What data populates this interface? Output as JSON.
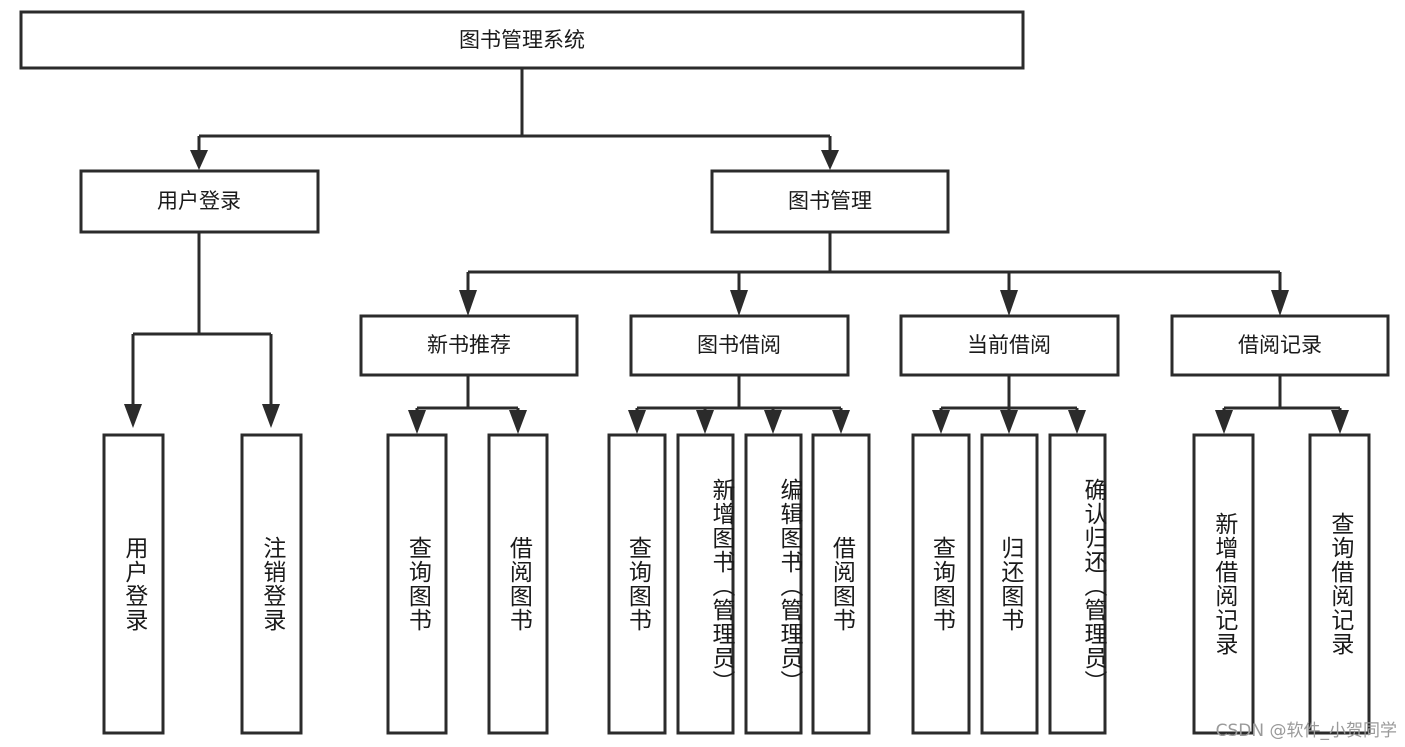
{
  "diagram": {
    "type": "tree-hierarchy-diagram",
    "title": "图书管理系统",
    "orientation": "top-down",
    "background_color": "#ffffff",
    "box_stroke_color": "#2b2b2b",
    "box_fill_color": "#ffffff",
    "text_color": "#1a1a1a",
    "levels": [
      {
        "level": 1,
        "nodes": [
          {
            "id": "root",
            "label": "图书管理系统",
            "text_orientation": "horizontal"
          }
        ]
      },
      {
        "level": 2,
        "nodes": [
          {
            "id": "user-login",
            "label": "用户登录",
            "text_orientation": "horizontal",
            "parent": "root"
          },
          {
            "id": "book-manage",
            "label": "图书管理",
            "text_orientation": "horizontal",
            "parent": "root"
          }
        ]
      },
      {
        "level": 3,
        "nodes": [
          {
            "id": "new-book-recommend",
            "label": "新书推荐",
            "text_orientation": "horizontal",
            "parent": "book-manage"
          },
          {
            "id": "book-borrow",
            "label": "图书借阅",
            "text_orientation": "horizontal",
            "parent": "book-manage"
          },
          {
            "id": "current-borrow",
            "label": "当前借阅",
            "text_orientation": "horizontal",
            "parent": "book-manage"
          },
          {
            "id": "borrow-record",
            "label": "借阅记录",
            "text_orientation": "horizontal",
            "parent": "book-manage"
          }
        ]
      },
      {
        "level": 4,
        "nodes": [
          {
            "id": "leaf-user-login",
            "label": "用户登录",
            "text_orientation": "vertical",
            "parent": "user-login"
          },
          {
            "id": "leaf-logout",
            "label": "注销登录",
            "text_orientation": "vertical",
            "parent": "user-login"
          },
          {
            "id": "leaf-query-book-1",
            "label": "查询图书",
            "text_orientation": "vertical",
            "parent": "new-book-recommend"
          },
          {
            "id": "leaf-borrow-book-1",
            "label": "借阅图书",
            "text_orientation": "vertical",
            "parent": "new-book-recommend"
          },
          {
            "id": "leaf-query-book-2",
            "label": "查询图书",
            "text_orientation": "vertical",
            "parent": "book-borrow"
          },
          {
            "id": "leaf-add-book",
            "label": "新增图书（管理员）",
            "text_orientation": "vertical",
            "parent": "book-borrow"
          },
          {
            "id": "leaf-edit-book",
            "label": "编辑图书（管理员）",
            "text_orientation": "vertical",
            "parent": "book-borrow"
          },
          {
            "id": "leaf-borrow-book-2",
            "label": "借阅图书",
            "text_orientation": "vertical",
            "parent": "book-borrow"
          },
          {
            "id": "leaf-query-book-3",
            "label": "查询图书",
            "text_orientation": "vertical",
            "parent": "current-borrow"
          },
          {
            "id": "leaf-return-book",
            "label": "归还图书",
            "text_orientation": "vertical",
            "parent": "current-borrow"
          },
          {
            "id": "leaf-confirm-return",
            "label": "确认归还（管理员）",
            "text_orientation": "vertical",
            "parent": "current-borrow"
          },
          {
            "id": "leaf-add-record",
            "label": "新增借阅记录",
            "text_orientation": "vertical",
            "parent": "borrow-record"
          },
          {
            "id": "leaf-query-record",
            "label": "查询借阅记录",
            "text_orientation": "vertical",
            "parent": "borrow-record"
          }
        ]
      }
    ]
  },
  "watermark": {
    "text": "CSDN @软件_小贺同学"
  }
}
